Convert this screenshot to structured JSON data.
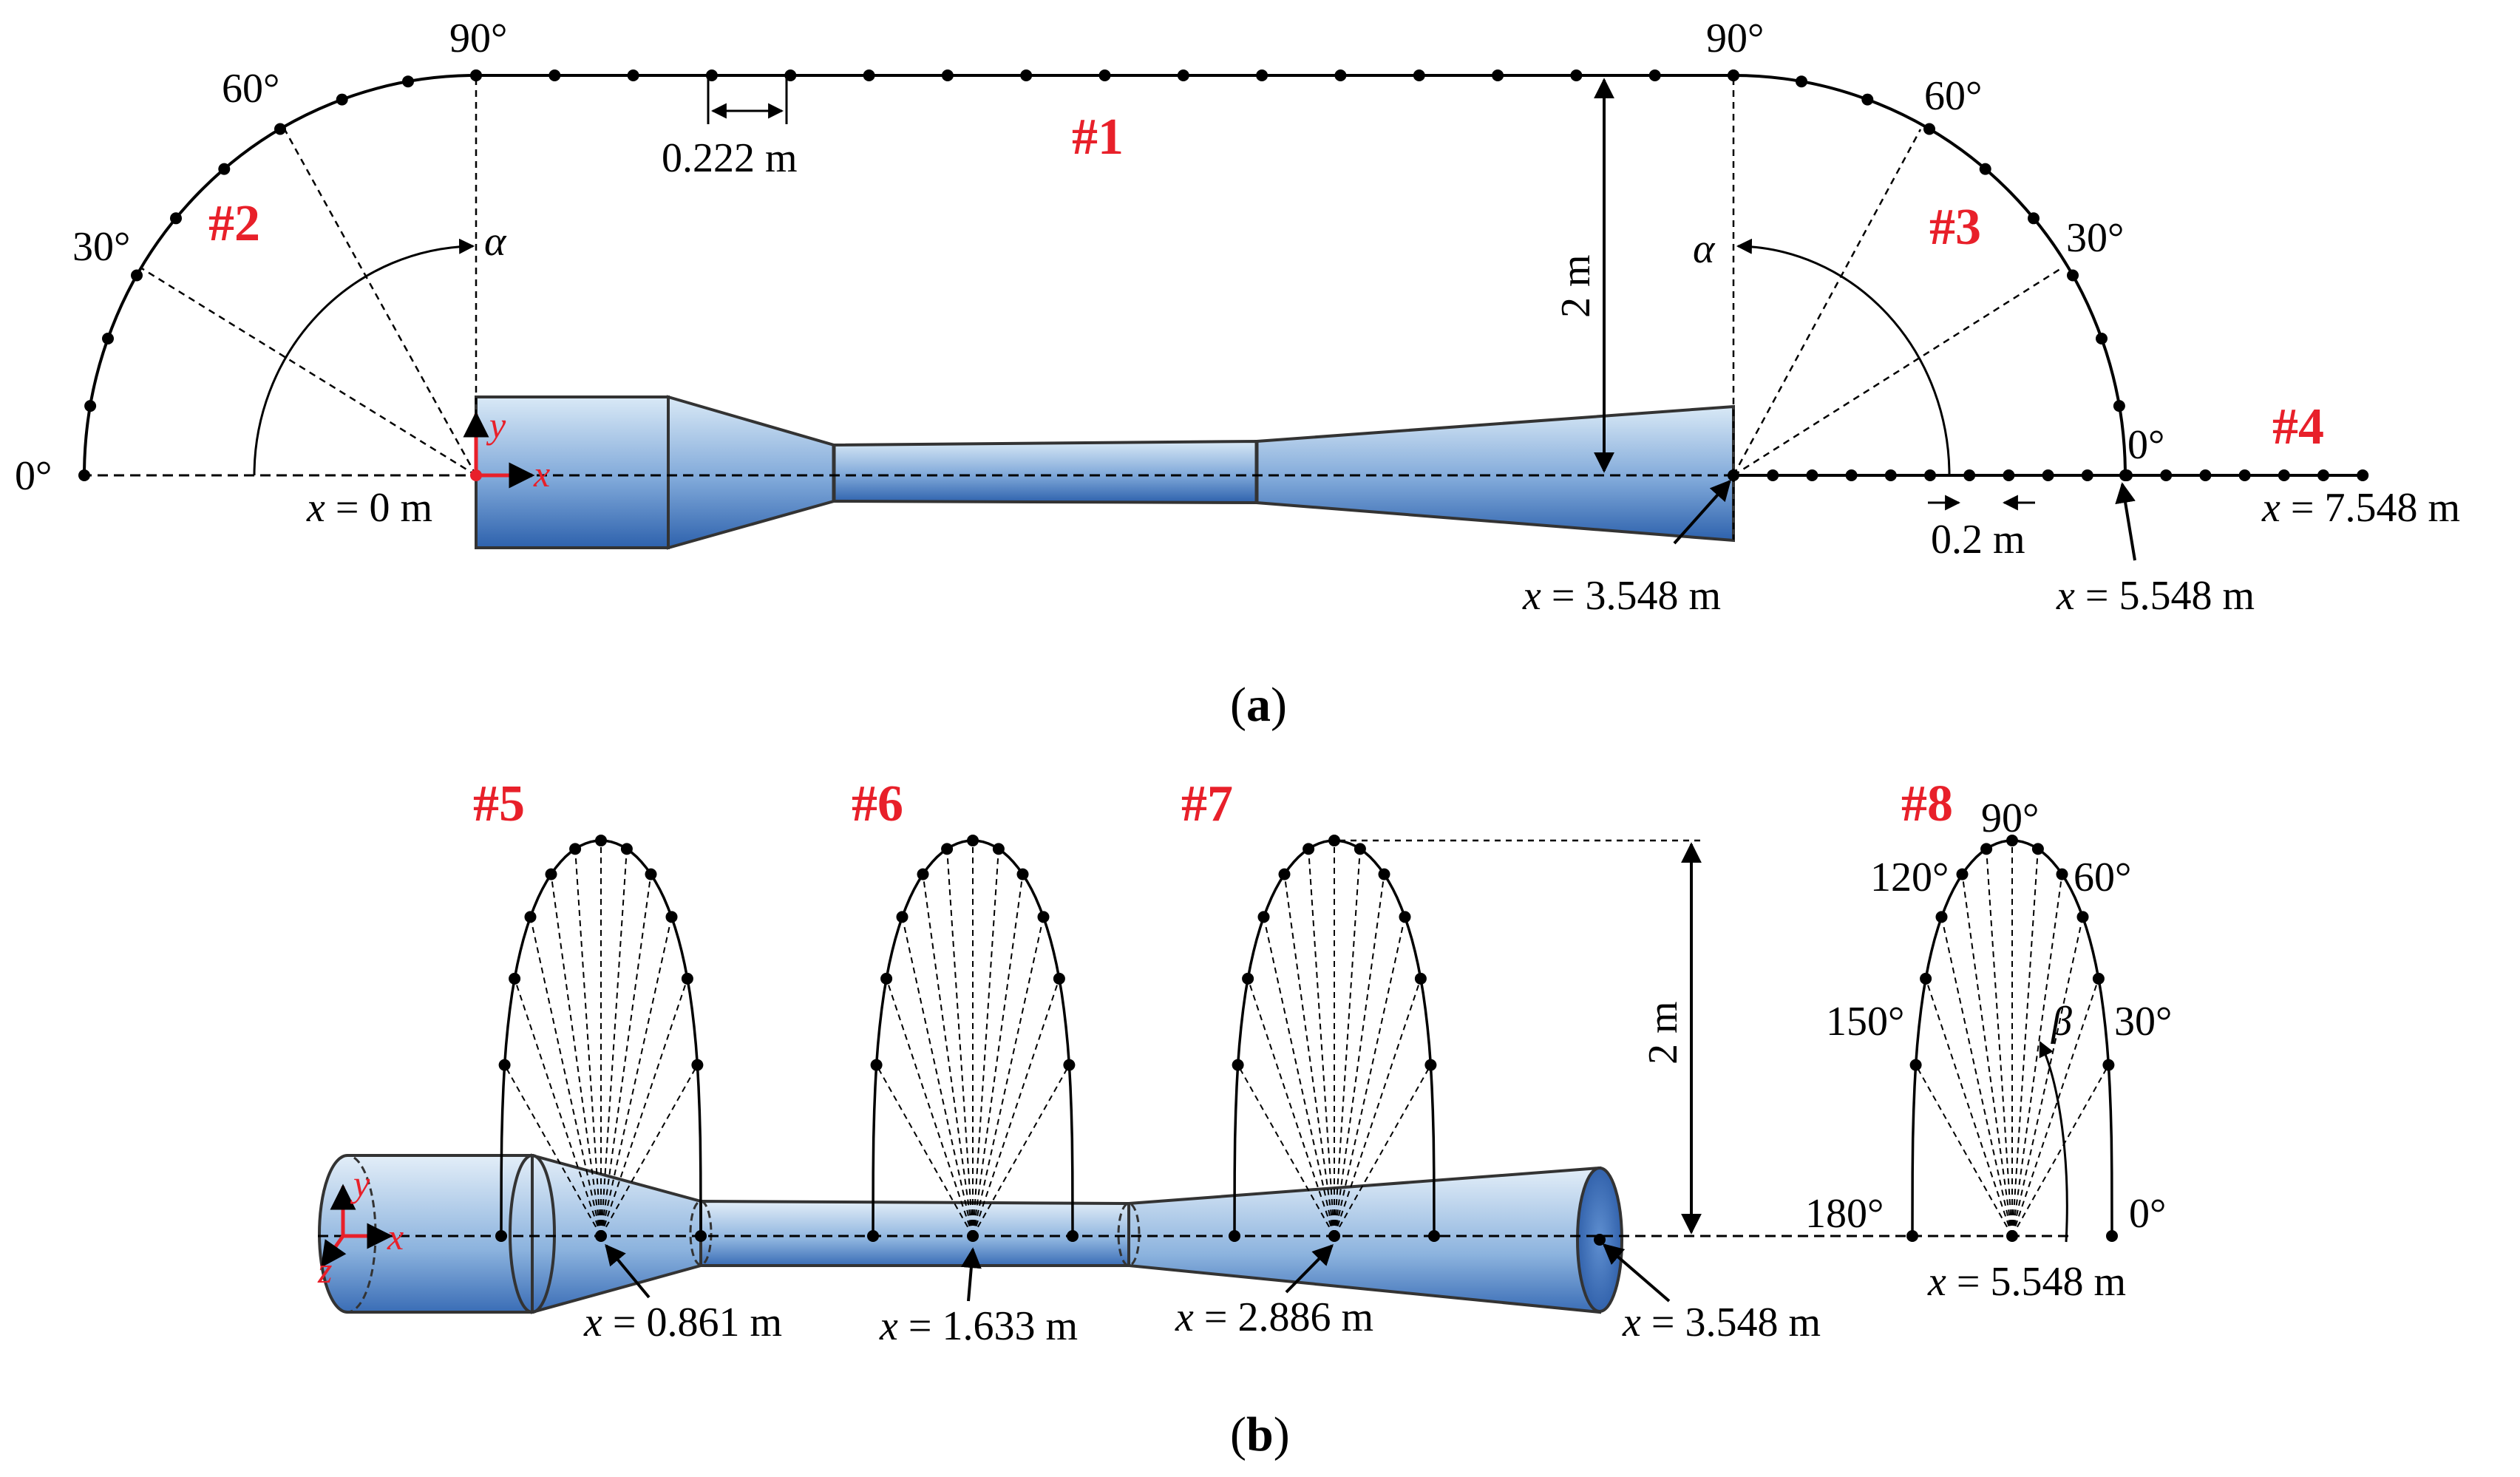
{
  "panel_a": {
    "caption_open": "(",
    "caption_letter": "a",
    "caption_close": ")",
    "line_labels": [
      "#1",
      "#2",
      "#3",
      "#4"
    ],
    "arc_left_angles": [
      "0°",
      "30°",
      "60°",
      "90°"
    ],
    "arc_right_angles": [
      "90°",
      "60°",
      "30°"
    ],
    "line4_zero_label": "0°",
    "alpha_symbol": "α",
    "spacing_line1": "0.222 m",
    "spacing_line4": "0.2 m",
    "height_label": "2 m",
    "origin_x": "x",
    "origin_value": " = 0 m",
    "position_3548": " = 3.548 m",
    "position_5548": " = 5.548 m",
    "position_7548": " = 7.548 m",
    "axis_x": "x",
    "axis_y": "y"
  },
  "panel_b": {
    "caption_open": "(",
    "caption_letter": "b",
    "caption_close": ")",
    "line_labels": [
      "#5",
      "#6",
      "#7",
      "#8"
    ],
    "height_label": "2 m",
    "beta_symbol": "β",
    "angle_labels": [
      "90°",
      "120°",
      "60°",
      "150°",
      "30°",
      "180°",
      "0°"
    ],
    "position_0861": " = 0.861 m",
    "position_1633": " = 1.633 m",
    "position_2886": " = 2.886 m",
    "position_3548": " = 3.548 m",
    "position_5548": " = 5.548 m",
    "pos_var": "x",
    "axis_x": "x",
    "axis_y": "y",
    "axis_z": "z"
  },
  "colors": {
    "label_red": "#e8202a",
    "pipe_dark": "#2e62ad",
    "pipe_light": "#d9e9f6",
    "line": "#000000"
  }
}
